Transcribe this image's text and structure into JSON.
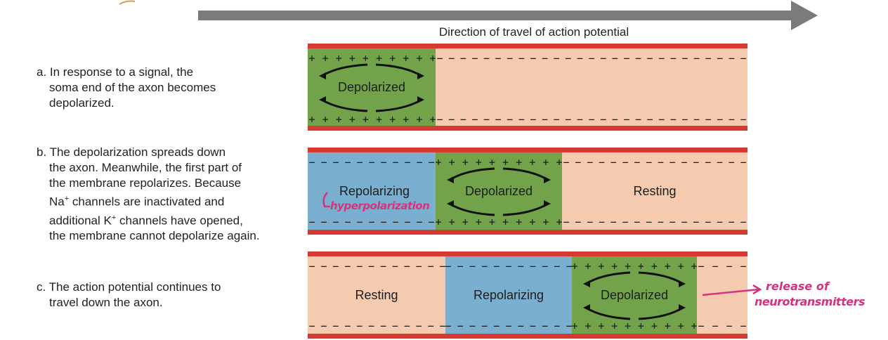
{
  "header": {
    "direction_label": "Direction of travel of action potential"
  },
  "panels": {
    "a": {
      "caption_lines": [
        "a. In response to a signal, the",
        "soma end of the axon becomes",
        "depolarized."
      ],
      "zones": {
        "depolarized": "Depolarized"
      }
    },
    "b": {
      "caption_lines": [
        "b. The depolarization spreads down",
        "the axon. Meanwhile, the first part of",
        "the membrane repolarizes. Because",
        "Na",
        "+",
        " channels are inactivated and",
        "additional K",
        "+",
        " channels have opened,",
        "the membrane cannot depolarize again."
      ],
      "zones": {
        "repolarizing": "Repolarizing",
        "depolarized": "Depolarized",
        "resting": "Resting"
      }
    },
    "c": {
      "caption_lines": [
        "c. The action potential continues to",
        "travel down the axon."
      ],
      "zones": {
        "resting": "Resting",
        "repolarizing": "Repolarizing",
        "depolarized": "Depolarized"
      }
    }
  },
  "charges": {
    "positive": "+",
    "negative": "−"
  },
  "annotations": {
    "hyperpolarization": "hyperpolarization",
    "release_line1": "release of",
    "release_line2": "neurotransmitters"
  },
  "colors": {
    "membrane": "#d63a33",
    "resting": "#f5cbb0",
    "depolarized": "#72a24a",
    "repolarizing": "#7aafcf",
    "arrow_gray": "#7b7b7b",
    "annotation": "#d6337f"
  }
}
